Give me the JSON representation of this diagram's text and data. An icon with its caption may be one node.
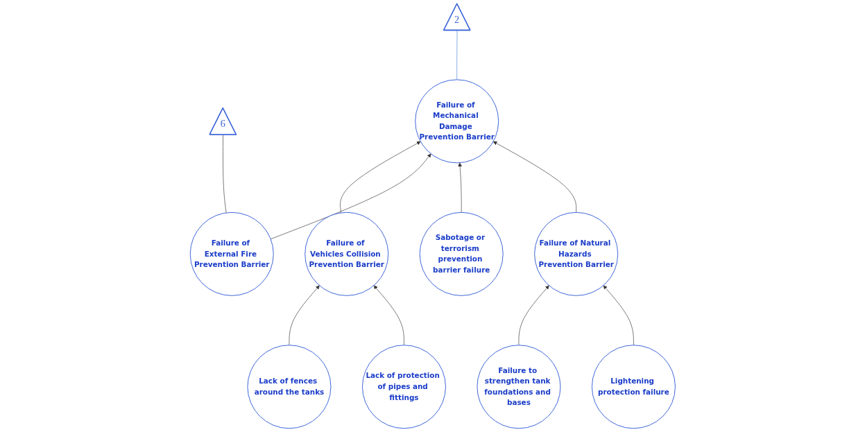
{
  "diagram": {
    "nodes": [
      {
        "text": [
          "Failure of Mechanical Damage Prevention Barrier"
        ]
      },
      {
        "text": [
          "2"
        ]
      },
      {
        "text": [
          "Failure of Vehicles Collision Prevention Barrier"
        ]
      },
      {
        "text": [
          "Failure of External Fire Prevention Barrier"
        ]
      },
      {
        "text": [
          "Sabotage or terrorism prevention barrier failure"
        ]
      },
      {
        "text": [
          "Failure of Natural Hazards Prevention Barrier"
        ]
      },
      {
        "text": [
          "6"
        ]
      },
      {
        "text": [
          "Lack of fences around the tanks"
        ]
      },
      {
        "text": [
          "Lack of protection of pipes and fittings"
        ]
      },
      {
        "text": [
          "Failure to strengthen tank foundations and bases"
        ]
      },
      {
        "text": [
          "Lightening protection failure"
        ]
      }
    ],
    "edges": [
      {
        "from": 2,
        "to": 0,
        "arrow": "to"
      },
      {
        "from": 3,
        "to": 0,
        "arrow": "to"
      },
      {
        "from": 4,
        "to": 0,
        "arrow": "to"
      },
      {
        "from": 5,
        "to": 0,
        "arrow": "to"
      },
      {
        "from": 0,
        "to": 1,
        "arrow": "none",
        "color": "#4a7fd0"
      },
      {
        "from": 7,
        "to": 2,
        "arrow": "to"
      },
      {
        "from": 8,
        "to": 2,
        "arrow": "to"
      },
      {
        "from": 9,
        "to": 5,
        "arrow": "to"
      },
      {
        "from": 10,
        "to": 5,
        "arrow": "to"
      },
      {
        "from": 3,
        "to": 6,
        "arrow": "none"
      }
    ]
  }
}
